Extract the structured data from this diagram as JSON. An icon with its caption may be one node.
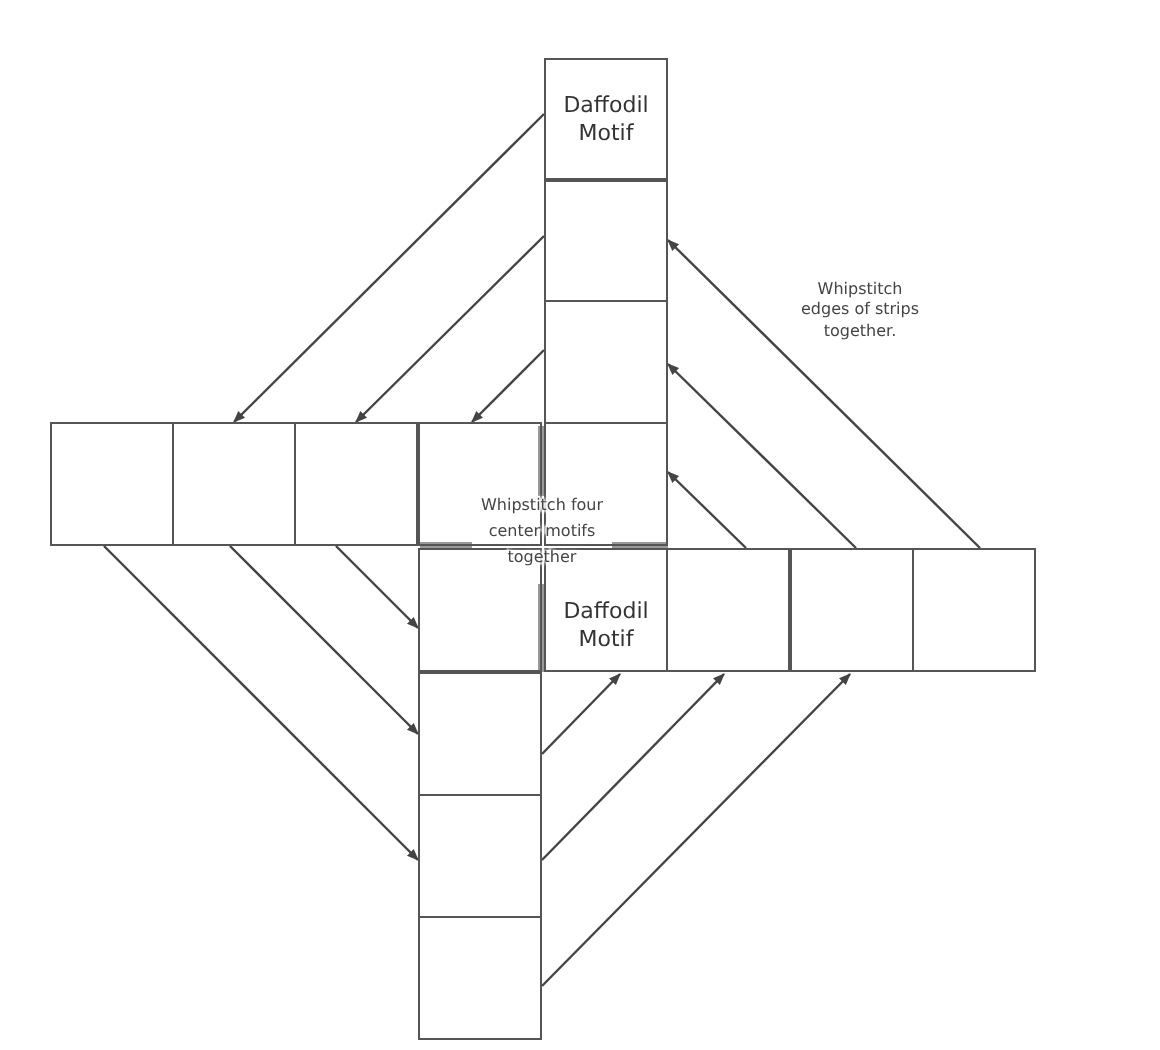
{
  "diagram": {
    "nodes": [
      {
        "text": [
          "Daffodil Motif"
        ]
      },
      {
        "text": [],
        "shape": "box"
      },
      {
        "text": [],
        "shape": "box"
      },
      {
        "text": [],
        "shape": "box"
      },
      {
        "text": [],
        "shape": "box"
      },
      {
        "text": [],
        "shape": "box"
      },
      {
        "text": [],
        "shape": "box"
      },
      {
        "text": [],
        "shape": "box"
      },
      {
        "text": [],
        "shape": "box"
      },
      {
        "text": [
          "Daffodil Motif"
        ]
      },
      {
        "text": [],
        "shape": "box"
      },
      {
        "text": [],
        "shape": "box"
      },
      {
        "text": [],
        "shape": "box"
      },
      {
        "text": [],
        "shape": "box"
      },
      {
        "text": [],
        "shape": "box"
      },
      {
        "text": [],
        "shape": "box"
      }
    ],
    "edges": [
      {
        "from": 0,
        "to": 4,
        "arrow": "to"
      },
      {
        "from": 1,
        "to": 5,
        "arrow": "to"
      },
      {
        "from": 2,
        "to": 6,
        "arrow": "to"
      },
      {
        "from": 12,
        "to": 1,
        "arrow": "to"
      },
      {
        "from": 11,
        "to": 2,
        "arrow": "to"
      },
      {
        "from": 10,
        "to": 7,
        "arrow": "to"
      },
      {
        "from": 3,
        "to": 14,
        "arrow": "to"
      },
      {
        "from": 4,
        "to": 13,
        "arrow": "to"
      },
      {
        "from": 5,
        "to": 8,
        "arrow": "to"
      },
      {
        "from": 13,
        "to": 9,
        "arrow": "to"
      },
      {
        "from": 14,
        "to": 10,
        "arrow": "to"
      },
      {
        "from": 15,
        "to": 11,
        "arrow": "to"
      }
    ],
    "labels": [
      "Whipstitch edges of strips together.",
      "Whipstitch four center motifs together"
    ]
  }
}
